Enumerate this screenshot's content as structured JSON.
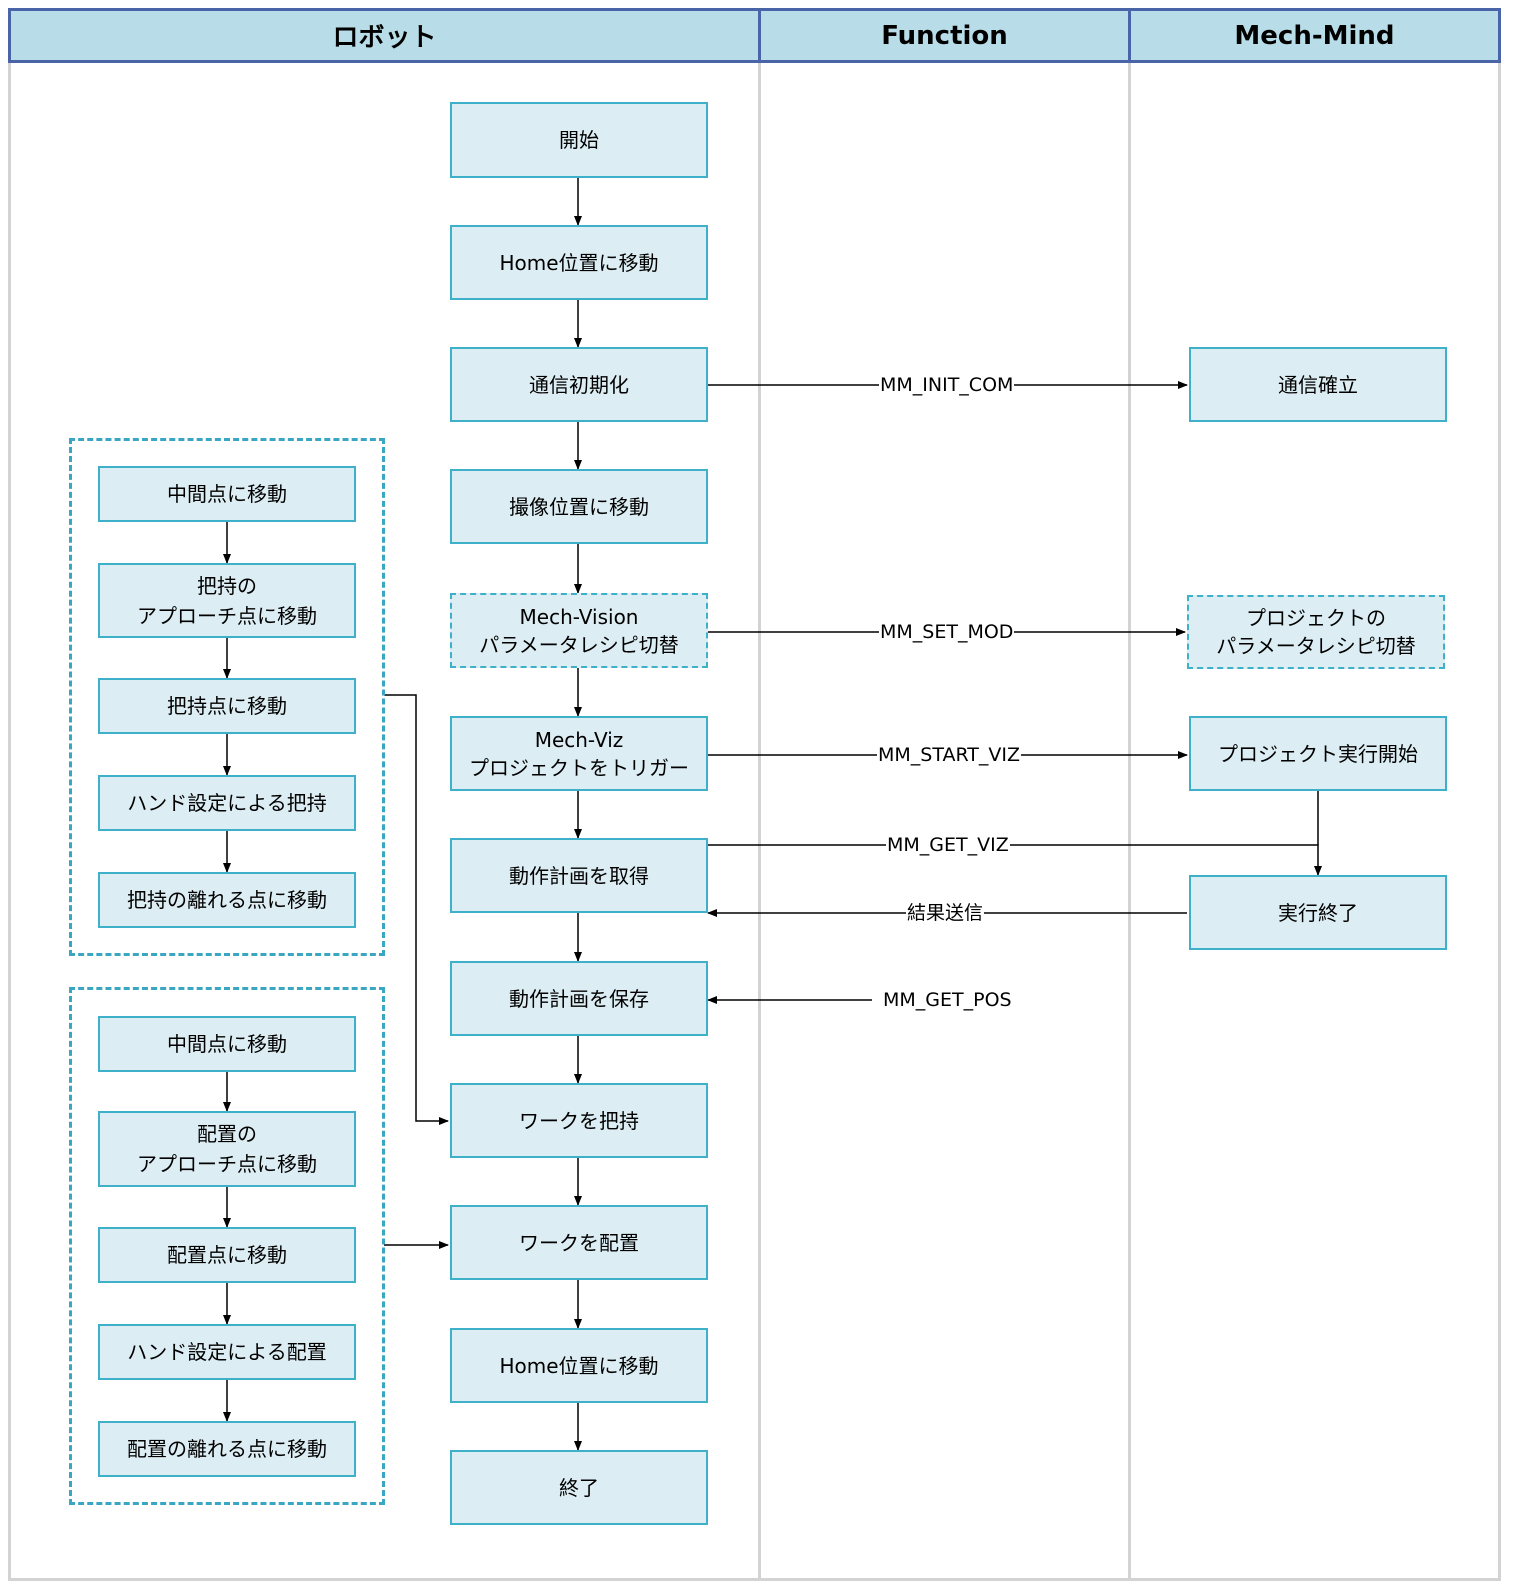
{
  "lanes": {
    "robot": "ロボット",
    "function": "Function",
    "mechmind": "Mech-Mind"
  },
  "main_flow": {
    "start": "開始",
    "home1": "Home位置に移動",
    "comm_init": "通信初期化",
    "capture_pos": "撮像位置に移動",
    "vision_recipe": "Mech-Vision\nパラメータレシピ切替",
    "viz_trigger": "Mech-Viz\nプロジェクトをトリガー",
    "get_plan": "動作計画を取得",
    "save_plan": "動作計画を保存",
    "grip_work": "ワークを把持",
    "place_work": "ワークを配置",
    "home2": "Home位置に移動",
    "end": "終了"
  },
  "grip_group": {
    "step1": "中間点に移動",
    "step2": "把持の\nアプローチ点に移動",
    "step3": "把持点に移動",
    "step4": "ハンド設定による把持",
    "step5": "把持の離れる点に移動"
  },
  "place_group": {
    "step1": "中間点に移動",
    "step2": "配置の\nアプローチ点に移動",
    "step3": "配置点に移動",
    "step4": "ハンド設定による配置",
    "step5": "配置の離れる点に移動"
  },
  "mechmind": {
    "comm_established": "通信確立",
    "project_recipe": "プロジェクトの\nパラメータレシピ切替",
    "project_start": "プロジェクト実行開始",
    "exec_end": "実行終了"
  },
  "functions": {
    "init_com": "MM_INIT_COM",
    "set_mod": "MM_SET_MOD",
    "start_viz": "MM_START_VIZ",
    "get_viz": "MM_GET_VIZ",
    "result_send": "結果送信",
    "get_pos": "MM_GET_POS"
  },
  "colors": {
    "header_fill": "#b8dde8",
    "header_border": "#4a64a8",
    "box_fill": "#dcedf3",
    "box_border": "#3eb0c9",
    "lane_border": "#d3d3d3"
  }
}
